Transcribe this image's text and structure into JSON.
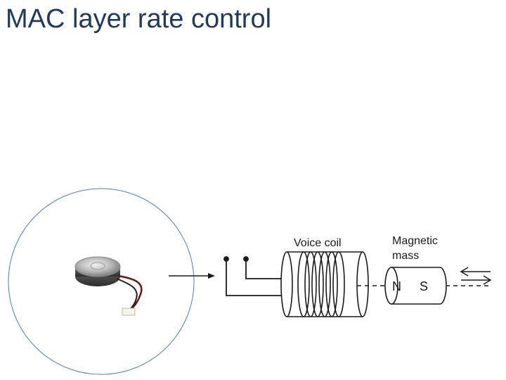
{
  "title": "MAC layer rate control",
  "diagram": {
    "voice_coil_label": "Voice coil",
    "magnetic_mass_label_line1": "Magnetic",
    "magnetic_mass_label_line2": "mass",
    "pole_north": "N",
    "pole_south": "S",
    "motion_icon": "bidirectional-arrow-icon",
    "colors": {
      "title": "#1f3a5c",
      "circle_outline": "#4a7fb5",
      "line": "#1a1a1a"
    }
  }
}
